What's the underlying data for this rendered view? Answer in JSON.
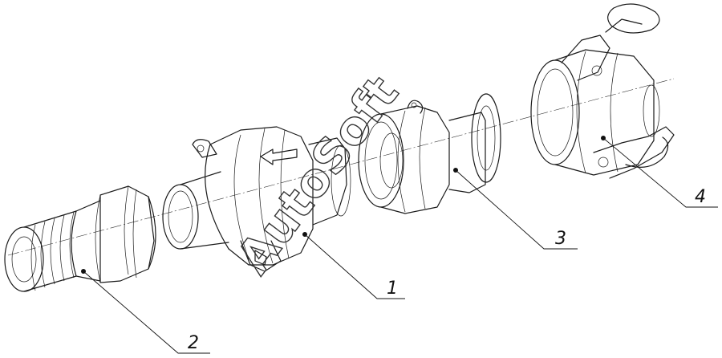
{
  "watermark": {
    "text": "AutoSoft"
  },
  "callouts": [
    {
      "id": "1",
      "label": "1"
    },
    {
      "id": "2",
      "label": "2"
    },
    {
      "id": "3",
      "label": "3"
    },
    {
      "id": "4",
      "label": "4"
    }
  ]
}
